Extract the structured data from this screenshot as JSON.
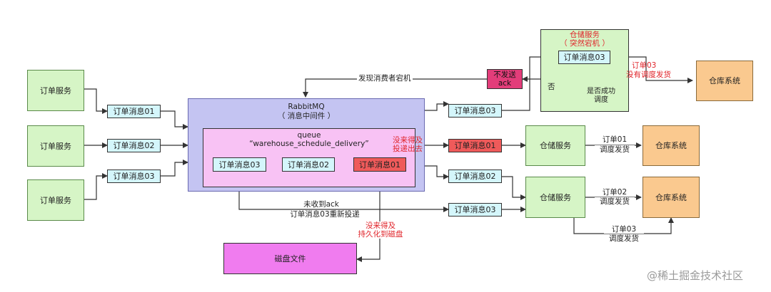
{
  "order_service": "订单服务",
  "warehouse_service": "仓储服务",
  "warehouse_system": "仓库系统",
  "msg01": "订单消息01",
  "msg02": "订单消息02",
  "msg03": "订单消息03",
  "rabbitmq_title": "RabbitMQ",
  "rabbitmq_sub": "（ 消息中间件 ）",
  "queue_title": "queue",
  "queue_name": "“warehouse_schedule_delivery”",
  "crashed_service_title": "仓储服务",
  "crashed_service_sub": "（ 突然宕机 ）",
  "decision": "是否成功调度",
  "no": "否",
  "noack_line1": "不发送",
  "noack_line2": "ack",
  "detect_crash": "发现消费者宕机",
  "crash_note_line1": "订单03",
  "crash_note_line2": "没有调度发货",
  "no_deliver_line1": "没来得及",
  "no_deliver_line2": "投递出去",
  "no_persist_line1": "没来得及",
  "no_persist_line2": "持久化到磁盘",
  "redeliver_line1": "未收到ack",
  "redeliver_line2": "订单消息03重新投递",
  "dispatch01_line1": "订单01",
  "dispatch01_line2": "调度发货",
  "dispatch02_line1": "订单02",
  "dispatch02_line2": "调度发货",
  "dispatch03_line1": "订单03",
  "dispatch03_line2": "调度发货",
  "disk_file": "磁盘文件",
  "watermark": "@稀土掘金技术社区"
}
